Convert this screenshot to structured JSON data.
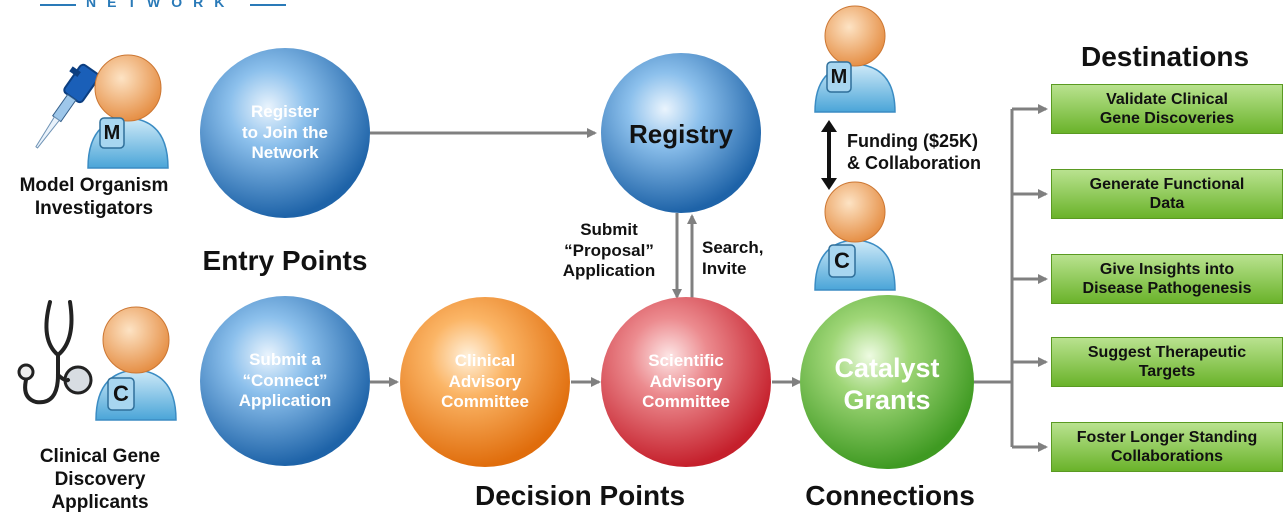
{
  "header": {
    "logo_text": "NETWORK"
  },
  "sections": {
    "entry_points": "Entry Points",
    "decision_points": "Decision Points",
    "connections": "Connections",
    "destinations": "Destinations"
  },
  "participants": {
    "model_organism": "Model Organism\nInvestigators",
    "clinical_gene": "Clinical Gene\nDiscovery\nApplicants",
    "badge_m": "M",
    "badge_c": "C"
  },
  "nodes": {
    "register": "Register\nto Join the\nNetwork",
    "registry": "Registry",
    "submit_connect": "Submit a\n“Connect”\nApplication",
    "clinical_advisory": "Clinical\nAdvisory\nCommittee",
    "scientific_advisory": "Scientific\nAdvisory\nCommittee",
    "catalyst": "Catalyst\nGrants"
  },
  "edge_labels": {
    "submit_proposal": "Submit\n“Proposal”\nApplication",
    "search_invite": "Search,\nInvite",
    "funding": "Funding ($25K)\n& Collaboration"
  },
  "destinations": [
    "Validate Clinical\nGene Discoveries",
    "Generate Functional\nData",
    "Give Insights into\nDisease Pathogenesis",
    "Suggest Therapeutic\nTargets",
    "Foster Longer Standing\nCollaborations"
  ],
  "colors": {
    "blue": "#2f7cc6",
    "orange": "#f28a1e",
    "red": "#d93a44",
    "green": "#5fb53a",
    "arrow": "#808080",
    "dest_green": "#7bc043"
  }
}
